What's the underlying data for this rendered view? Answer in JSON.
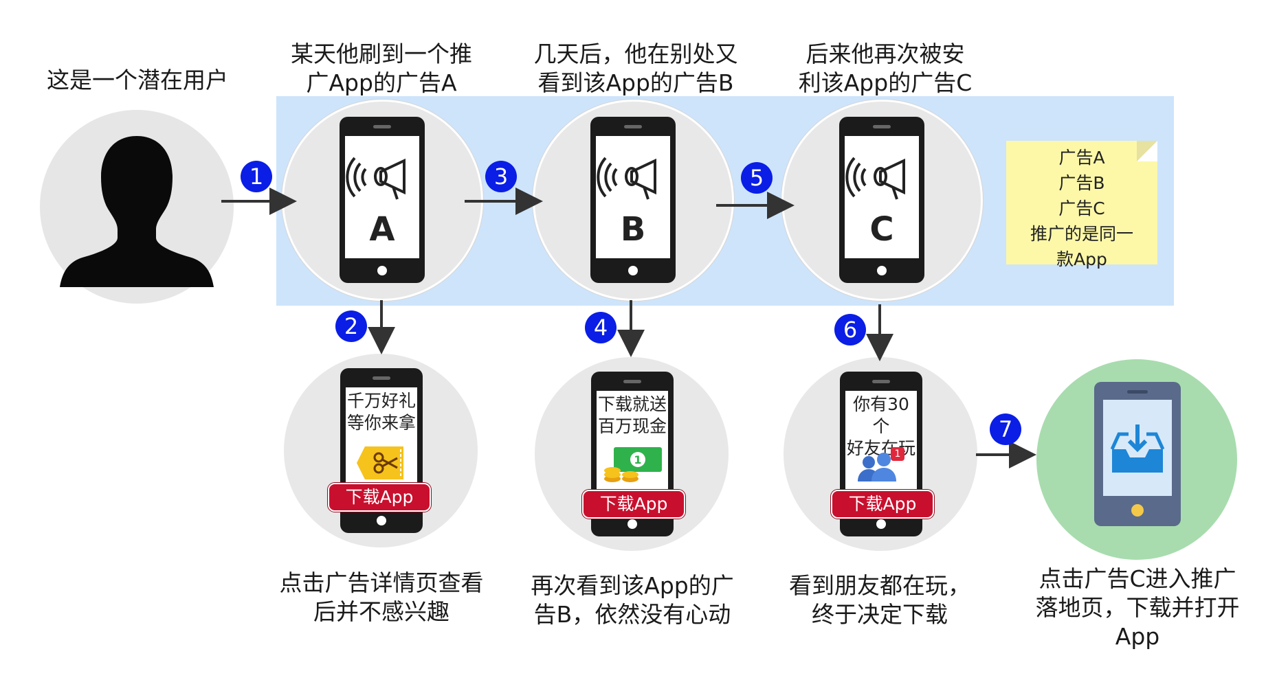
{
  "captions": {
    "user": "这是一个潜在用户",
    "stepA": "某天他刷到一个推\n广App的广告A",
    "stepB": "几天后，他在别处又\n看到该App的广告B",
    "stepC": "后来他再次被安\n利该App的广告C",
    "reactA": "点击广告详情页查看\n后并不感兴趣",
    "reactB": "再次看到该App的广\n告B，依然没有心动",
    "reactC": "看到朋友都在玩，\n终于决定下载",
    "final": "点击广告C进入推广\n落地页，下载并打开\nApp"
  },
  "phones": {
    "adA": "A",
    "adB": "B",
    "adC": "C"
  },
  "details": {
    "A": {
      "text": "千万好礼\n等你来拿",
      "button": "下载App"
    },
    "B": {
      "text": "下载就送\n百万现金",
      "button": "下载App"
    },
    "C": {
      "text": "你有30个\n好友在玩",
      "button": "下载App",
      "notif": "1"
    }
  },
  "note": "广告A\n广告B\n广告C\n推广的是同一\n款App",
  "steps": [
    "1",
    "2",
    "3",
    "4",
    "5",
    "6",
    "7"
  ],
  "colors": {
    "band": "#cde4fb",
    "badge": "#0a1ee6",
    "download": "#c8102e",
    "note": "#fcf8a8",
    "landing": "#a8dcae"
  }
}
